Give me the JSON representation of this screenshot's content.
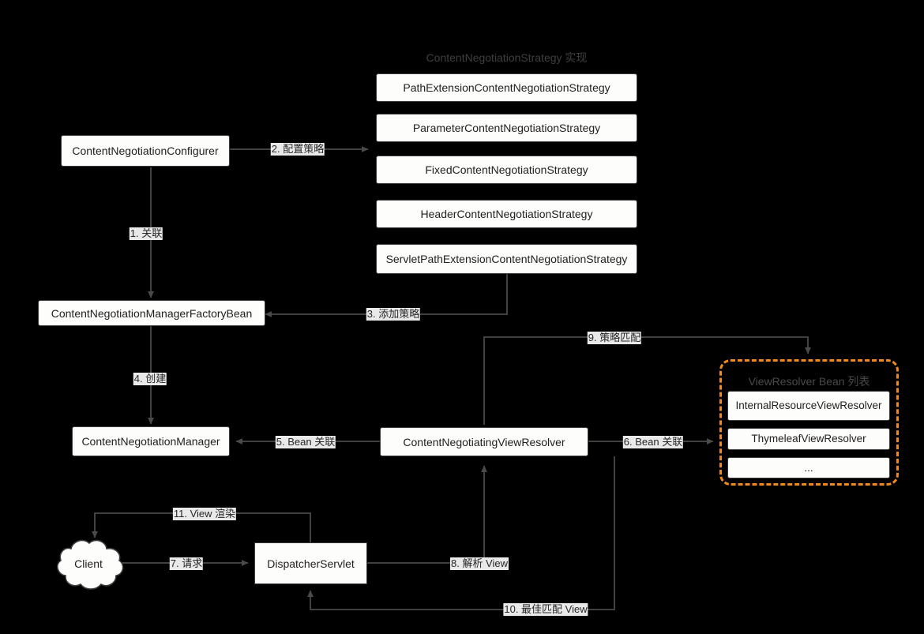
{
  "diagram": {
    "title_strategy_group": "ContentNegotiationStrategy 实现",
    "title_viewresolver_group": "ViewResolver Bean 列表",
    "nodes": {
      "configurer": "ContentNegotiationConfigurer",
      "factory_bean": "ContentNegotiationManagerFactoryBean",
      "manager": "ContentNegotiationManager",
      "negotiating_view_resolver": "ContentNegotiatingViewResolver",
      "dispatcher_servlet": "DispatcherServlet",
      "client": "Client"
    },
    "strategies": [
      "PathExtensionContentNegotiationStrategy",
      "ParameterContentNegotiationStrategy",
      "FixedContentNegotiationStrategy",
      "HeaderContentNegotiationStrategy",
      "ServletPathExtensionContentNegotiationStrategy"
    ],
    "view_resolvers": [
      "InternalResourceViewResolver",
      "ThymeleafViewResolver",
      "..."
    ],
    "edges": [
      {
        "id": "e1",
        "label": "1. 关联"
      },
      {
        "id": "e2",
        "label": "2. 配置策略"
      },
      {
        "id": "e3",
        "label": "3. 添加策略"
      },
      {
        "id": "e4",
        "label": "4. 创建"
      },
      {
        "id": "e5",
        "label": "5. Bean 关联"
      },
      {
        "id": "e6",
        "label": "6. Bean 关联"
      },
      {
        "id": "e7",
        "label": "7. 请求"
      },
      {
        "id": "e8",
        "label": "8. 解析 View"
      },
      {
        "id": "e9",
        "label": "9. 策略匹配"
      },
      {
        "id": "e10",
        "label": "10. 最佳匹配 View"
      },
      {
        "id": "e11",
        "label": "11. View 渲染"
      }
    ],
    "colors": {
      "background": "#000000",
      "node_fill": "#fdfdfb",
      "node_stroke": "#3b3b3b",
      "edge_stroke": "#4a4a4a",
      "group_accent": "#f08a1d",
      "label_bg": "#e9e9e9"
    }
  }
}
